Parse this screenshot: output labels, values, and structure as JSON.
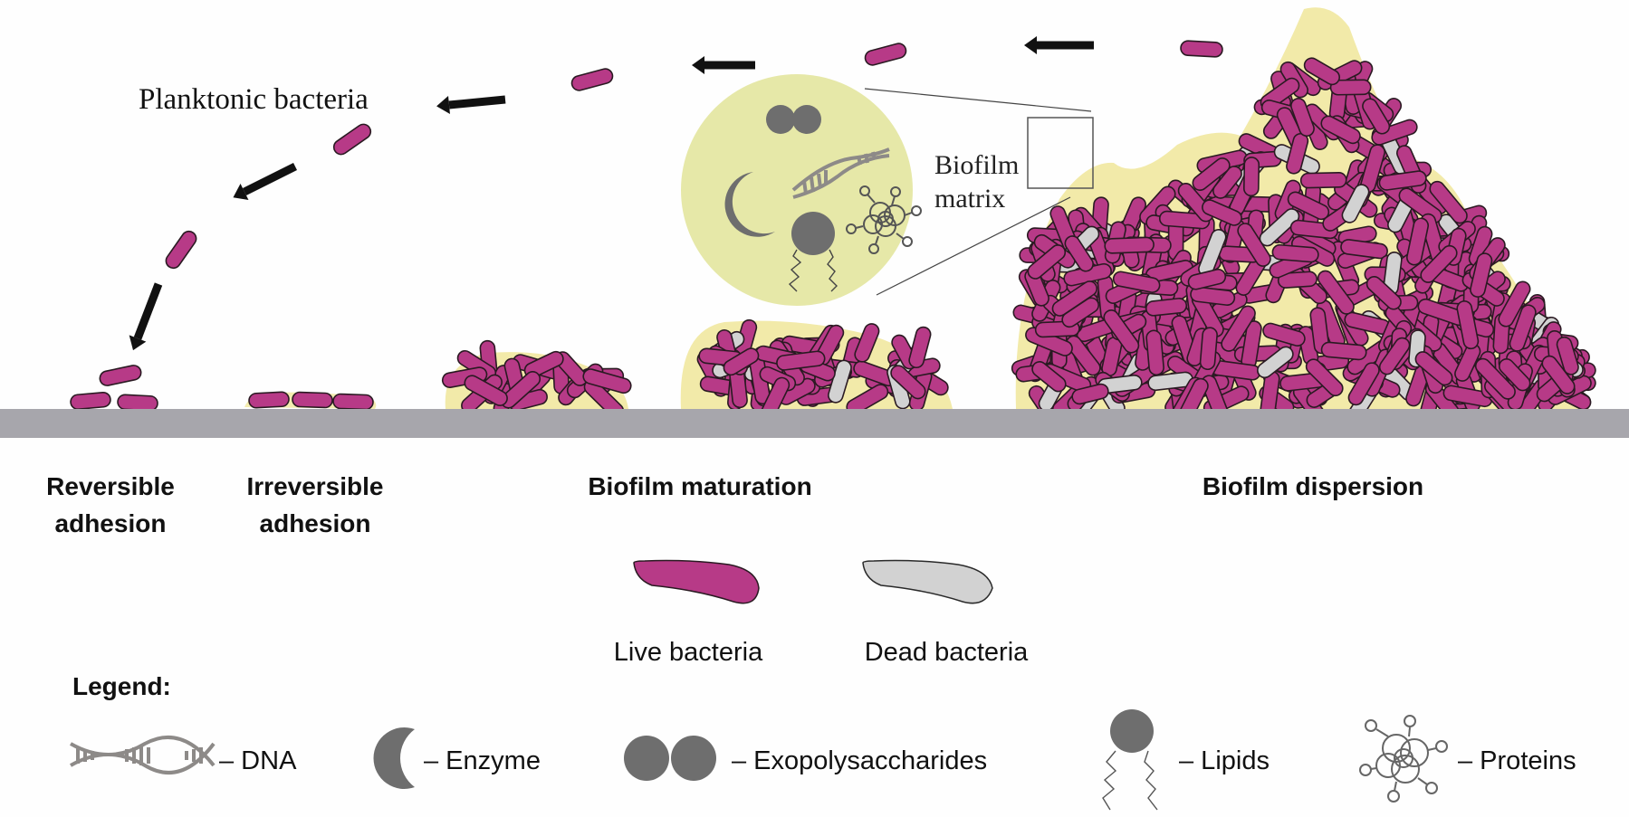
{
  "diagram": {
    "title_annotation": "Planktonic bacteria",
    "matrix_callout": {
      "line1": "Biofilm",
      "line2": "matrix"
    },
    "stages": [
      {
        "line1": "Reversible",
        "line2": "adhesion"
      },
      {
        "line1": "Irreversible",
        "line2": "adhesion"
      },
      {
        "line1": "Biofilm maturation",
        "line2": ""
      },
      {
        "line1": "Biofilm dispersion",
        "line2": ""
      }
    ],
    "bacteria_key": [
      {
        "label": "Live bacteria",
        "icon": "live-bacterium-icon"
      },
      {
        "label": "Dead bacteria",
        "icon": "dead-bacterium-icon"
      }
    ],
    "legend": {
      "title": "Legend:",
      "items": [
        {
          "label": "– DNA",
          "icon": "dna-icon"
        },
        {
          "label": "– Enzyme",
          "icon": "enzyme-icon"
        },
        {
          "label": "– Exopolysaccharides",
          "icon": "exopolysaccharides-icon"
        },
        {
          "label": "– Lipids",
          "icon": "lipid-icon"
        },
        {
          "label": "– Proteins",
          "icon": "protein-icon"
        }
      ]
    },
    "colors": {
      "live_bacteria": "#b73a87",
      "dead_bacteria": "#d2d2d2",
      "matrix": "#e6e8a8",
      "matrix_edge": "#f5e9a8",
      "substrate": "#a7a6ac",
      "component_gray": "#707070",
      "arrow": "#111111"
    }
  }
}
